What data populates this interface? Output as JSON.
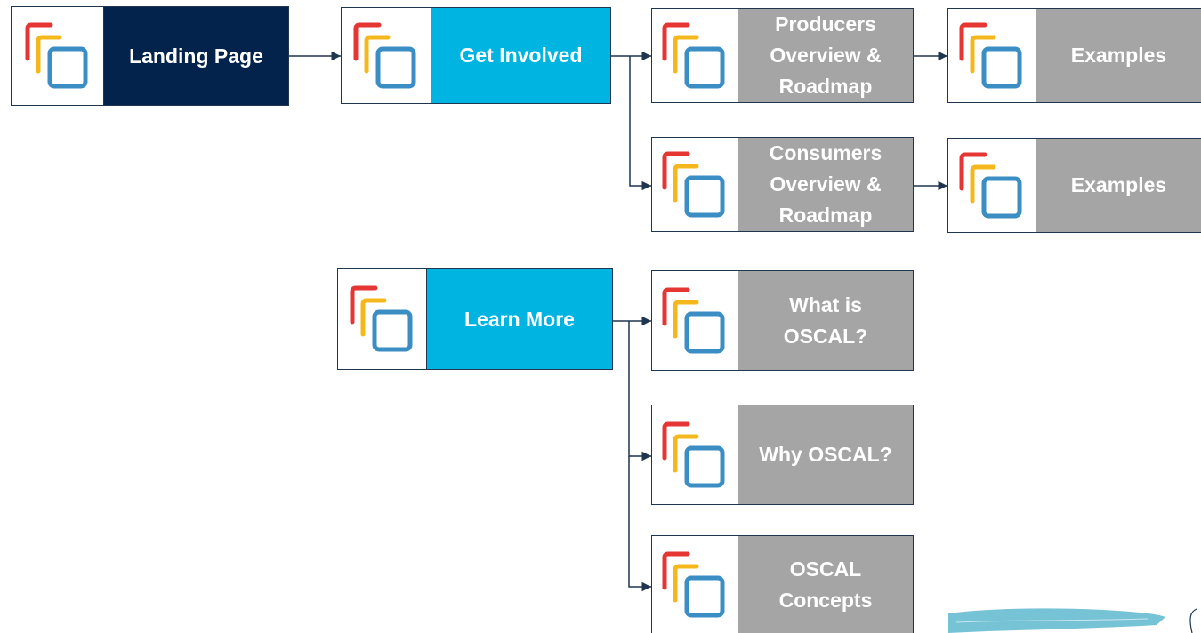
{
  "colors": {
    "dark_navy": "#03224c",
    "cyan": "#00b4e1",
    "gray": "#a5a5a5",
    "connector": "#1f3550",
    "icon_red": "#e63634",
    "icon_yellow": "#f5b81c",
    "icon_blue": "#3b8ec3",
    "brush_teal": "#5fb8cf"
  },
  "icon": "stacked-pages-icon",
  "nodes": {
    "landing_page": "Landing Page",
    "get_involved": "Get Involved",
    "producers": "Producers\nOverview &\nRoadmap",
    "producers_examples": "Examples",
    "consumers": "Consumers\nOverview &\nRoadmap",
    "consumers_examples": "Examples",
    "learn_more": "Learn More",
    "what_is_oscal": "What is\nOSCAL?",
    "why_oscal": "Why OSCAL?",
    "oscal_concepts": "OSCAL\nConcepts"
  }
}
